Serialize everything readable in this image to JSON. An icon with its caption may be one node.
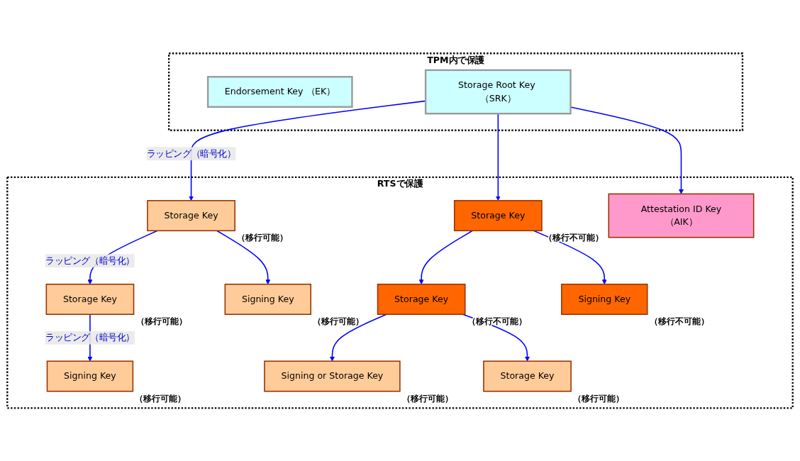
{
  "diagram": {
    "nodes": [
      {
        "text": [
          "TPM内で保護"
        ]
      },
      {
        "text": [
          "Endorsement Key （EK）"
        ],
        "in": 0
      },
      {
        "text": [
          "Storage Root Key （SRK）"
        ],
        "in": 0
      },
      {
        "text": [
          "RTSで保護"
        ]
      },
      {
        "text": [
          "Storage Key"
        ],
        "in": 3,
        "beside": [
          "（移行可能）"
        ]
      },
      {
        "text": [
          "Storage Key"
        ],
        "in": 3,
        "beside": [
          "（移行不可能）"
        ]
      },
      {
        "text": [
          "Attestation ID Key（AIK）"
        ],
        "in": 3
      },
      {
        "text": [
          "Storage Key"
        ],
        "in": 3,
        "beside": [
          "（移行可能）"
        ]
      },
      {
        "text": [
          "Signing Key"
        ],
        "in": 3,
        "beside": [
          "（移行可能）"
        ]
      },
      {
        "text": [
          "Storage Key"
        ],
        "in": 3,
        "beside": [
          "（移行不可能）"
        ]
      },
      {
        "text": [
          "Signing Key"
        ],
        "in": 3,
        "beside": [
          "（移行不可能）"
        ]
      },
      {
        "text": [
          "Signing Key"
        ],
        "in": 3,
        "beside": [
          "（移行可能）"
        ]
      },
      {
        "text": [
          "Signing or Storage Key"
        ],
        "in": 3,
        "beside": [
          "（移行可能）"
        ]
      },
      {
        "text": [
          "Storage Key"
        ],
        "in": 3,
        "beside": [
          "（移行可能）"
        ]
      }
    ],
    "edges": [
      {
        "from": 2,
        "to": 4,
        "arrow": "to",
        "label": "ラッピング（暗号化）"
      },
      {
        "from": 2,
        "to": 5,
        "arrow": "to"
      },
      {
        "from": 2,
        "to": 6,
        "arrow": "to"
      },
      {
        "from": 4,
        "to": 7,
        "arrow": "to",
        "label": "ラッピング（暗号化）"
      },
      {
        "from": 4,
        "to": 8,
        "arrow": "to"
      },
      {
        "from": 5,
        "to": 9,
        "arrow": "to"
      },
      {
        "from": 5,
        "to": 10,
        "arrow": "to"
      },
      {
        "from": 7,
        "to": 11,
        "arrow": "to",
        "label": "ラッピング（暗号化）"
      },
      {
        "from": 9,
        "to": 12,
        "arrow": "to"
      },
      {
        "from": 9,
        "to": 13,
        "arrow": "to"
      }
    ]
  }
}
